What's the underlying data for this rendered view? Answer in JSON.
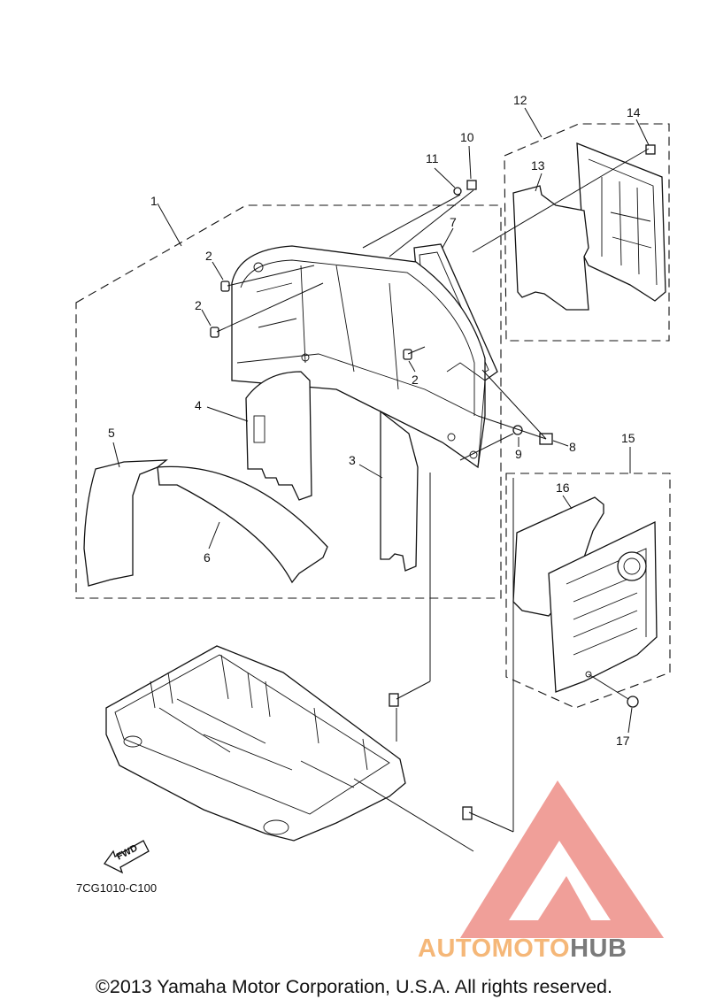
{
  "callouts": [
    {
      "id": "c1",
      "text": "1"
    },
    {
      "id": "c2a",
      "text": "2"
    },
    {
      "id": "c2b",
      "text": "2"
    },
    {
      "id": "c2c",
      "text": "2"
    },
    {
      "id": "c3",
      "text": "3"
    },
    {
      "id": "c4",
      "text": "4"
    },
    {
      "id": "c5",
      "text": "5"
    },
    {
      "id": "c6",
      "text": "6"
    },
    {
      "id": "c7",
      "text": "7"
    },
    {
      "id": "c8",
      "text": "8"
    },
    {
      "id": "c9",
      "text": "9"
    },
    {
      "id": "c10",
      "text": "10"
    },
    {
      "id": "c11",
      "text": "11"
    },
    {
      "id": "c12",
      "text": "12"
    },
    {
      "id": "c13",
      "text": "13"
    },
    {
      "id": "c14",
      "text": "14"
    },
    {
      "id": "c15",
      "text": "15"
    },
    {
      "id": "c16",
      "text": "16"
    },
    {
      "id": "c17",
      "text": "17"
    }
  ],
  "diagram_code": "7CG1010-C100",
  "fwd_label": "FWD",
  "copyright": "©2013 Yamaha Motor Corporation, U.S.A. All rights reserved.",
  "watermark": {
    "part1": "AUTOMOTO",
    "part2": "HUB"
  },
  "colors": {
    "line": "#111111",
    "watermark_red": "#e8736a",
    "watermark_orange": "#f5b778",
    "watermark_gray": "#7a7a7a"
  }
}
